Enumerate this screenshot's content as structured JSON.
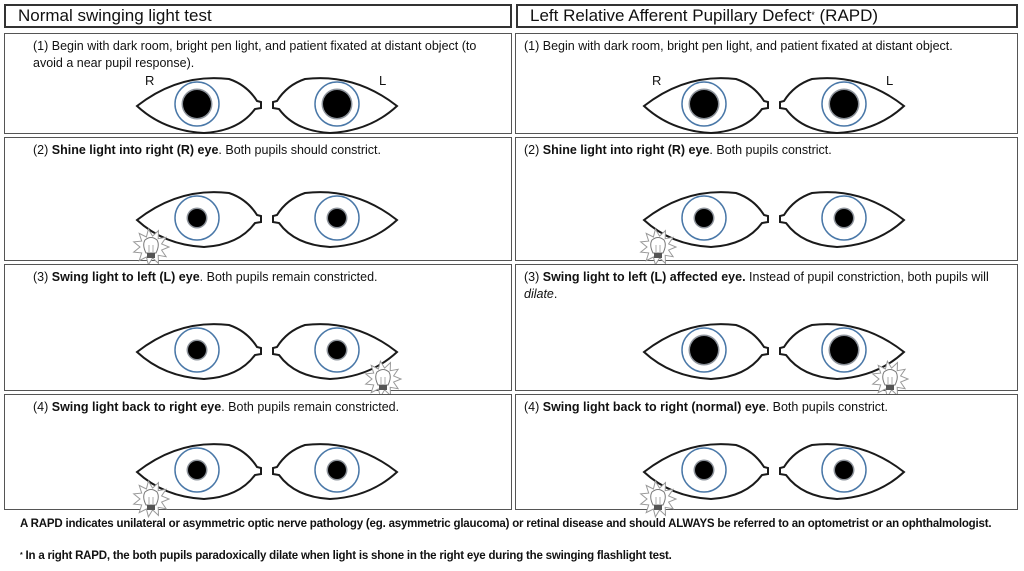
{
  "headers": {
    "left": "Normal swinging light test",
    "right_main": "Left Relative Afferent Pupillary Defect",
    "right_sup": "*",
    "right_tail": " (RAPD)"
  },
  "eye_labels": {
    "right": "R",
    "left": "L"
  },
  "colors": {
    "iris_ring": "#4a78a8",
    "pupil": "#000000",
    "outline": "#1a1a1a",
    "bulb": "#888888"
  },
  "normal": {
    "steps": [
      {
        "num": "(1) ",
        "bold": "",
        "text": "Begin with dark room, bright pen light, and patient fixated at distant object (to avoid a near pupil response).",
        "italic": "",
        "tail": "",
        "light": "none",
        "pupils": [
          "large",
          "large"
        ],
        "show_labels": true
      },
      {
        "num": "(2) ",
        "bold": "Shine light into right (R) eye",
        "text": ". Both pupils should constrict.",
        "italic": "",
        "tail": "",
        "light": "right",
        "pupils": [
          "small",
          "small"
        ],
        "show_labels": false
      },
      {
        "num": "(3) ",
        "bold": "Swing light to left (L) eye",
        "text": ". Both pupils remain constricted.",
        "italic": "",
        "tail": "",
        "light": "left",
        "pupils": [
          "small",
          "small"
        ],
        "show_labels": false
      },
      {
        "num": "(4) ",
        "bold": "Swing light back to right eye",
        "text": ". Both pupils remain constricted.",
        "italic": "",
        "tail": "",
        "light": "right",
        "pupils": [
          "small",
          "small"
        ],
        "show_labels": false
      }
    ]
  },
  "rapd": {
    "steps": [
      {
        "num": "(1) ",
        "bold": "",
        "text": "Begin with dark room, bright pen light, and patient fixated at distant object.",
        "italic": "",
        "tail": "",
        "light": "none",
        "pupils": [
          "large",
          "large"
        ],
        "show_labels": true
      },
      {
        "num": "(2) ",
        "bold": "Shine light into right (R) eye",
        "text": ". Both pupils constrict.",
        "italic": "",
        "tail": "",
        "light": "right",
        "pupils": [
          "small",
          "small"
        ],
        "show_labels": false
      },
      {
        "num": "(3) ",
        "bold": "Swing light to left (L) affected eye.",
        "text": " Instead of pupil constriction, both pupils will ",
        "italic": "dilate",
        "tail": ".",
        "light": "left",
        "pupils": [
          "large",
          "large"
        ],
        "show_labels": false
      },
      {
        "num": "(4) ",
        "bold": "Swing light back to right (normal) eye",
        "text": ". Both pupils constrict.",
        "italic": "",
        "tail": "",
        "light": "right",
        "pupils": [
          "small",
          "small"
        ],
        "show_labels": false
      }
    ]
  },
  "footer": {
    "note": "A RAPD indicates unilateral or asymmetric optic nerve pathology (eg. asymmetric glaucoma) or retinal disease and should ALWAYS be referred to an optometrist or an ophthalmologist.",
    "footnote_mark": "*",
    "footnote": " In a right RAPD, the both pupils paradoxically dilate when light is shone in the right eye during the swinging flashlight test."
  }
}
